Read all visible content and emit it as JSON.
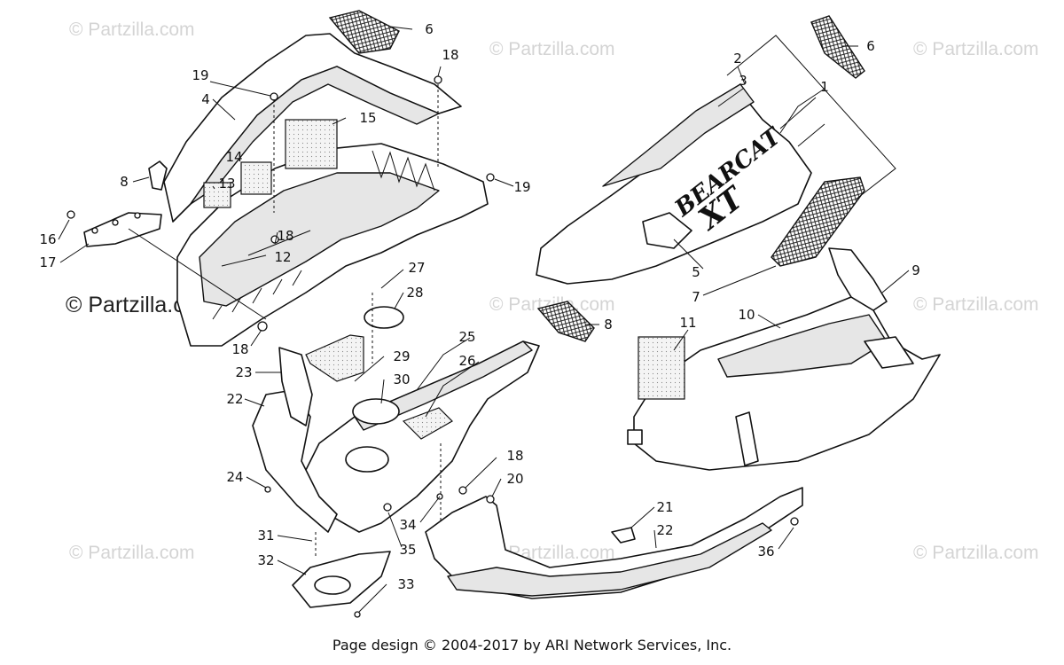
{
  "watermark": {
    "text": "© Partzilla.com"
  },
  "callouts": [
    "1",
    "2",
    "3",
    "4",
    "5",
    "6",
    "6",
    "7",
    "8",
    "8",
    "9",
    "10",
    "11",
    "12",
    "13",
    "14",
    "15",
    "16",
    "17",
    "18",
    "18",
    "18",
    "18",
    "19",
    "19",
    "20",
    "21",
    "22",
    "22",
    "23",
    "24",
    "25",
    "26",
    "27",
    "28",
    "29",
    "30",
    "31",
    "32",
    "33",
    "34",
    "35",
    "36"
  ],
  "logo": {
    "model": "BEARCAT",
    "suffix": "XT"
  },
  "footer": {
    "text": "Page design © 2004-2017 by ARI Network Services, Inc."
  }
}
